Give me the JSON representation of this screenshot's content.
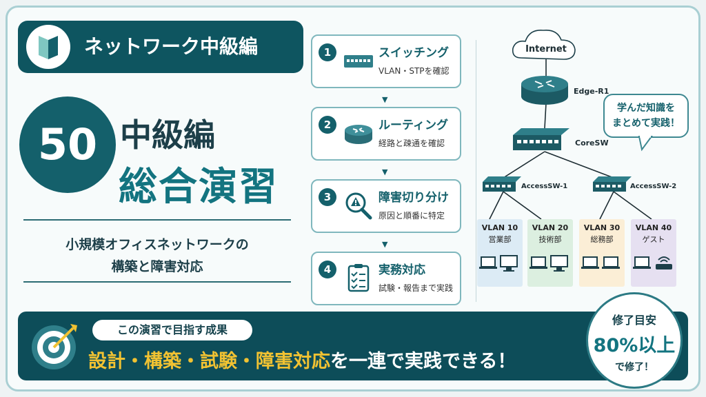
{
  "header": {
    "title": "ネットワーク中級編"
  },
  "lesson": {
    "number": "50",
    "title_line1": "中級編",
    "title_line2": "総合演習"
  },
  "subtitle": {
    "line1": "小規模オフィスネットワークの",
    "line2": "構築と障害対応"
  },
  "steps": [
    {
      "num": "1",
      "title": "スイッチング",
      "desc": "VLAN・STPを確認",
      "icon": "switch-icon"
    },
    {
      "num": "2",
      "title": "ルーティング",
      "desc": "経路と疎通を確認",
      "icon": "router-icon"
    },
    {
      "num": "3",
      "title": "障害切り分け",
      "desc": "原因と順番に特定",
      "icon": "magnifier-warning-icon"
    },
    {
      "num": "4",
      "title": "実務対応",
      "desc": "試験・報告まで実践",
      "icon": "clipboard-checklist-icon"
    }
  ],
  "network": {
    "cloud": "Internet",
    "router": "Edge-R1",
    "core": "CoreSW",
    "access1": "AccessSW-1",
    "access2": "AccessSW-2",
    "vlans": [
      {
        "name": "VLAN 10",
        "dept": "営業部",
        "color": "#dcebf5"
      },
      {
        "name": "VLAN 20",
        "dept": "技術部",
        "color": "#dcefe0"
      },
      {
        "name": "VLAN 30",
        "dept": "総務部",
        "color": "#fbeed6"
      },
      {
        "name": "VLAN 40",
        "dept": "ゲスト",
        "color": "#e6e0f1"
      }
    ]
  },
  "bubble": {
    "line1": "学んだ知識を",
    "line2": "まとめて実践！"
  },
  "goal": {
    "pill": "この演習で目指す成果",
    "highlight": "設計・構築・試験・障害対応",
    "rest": "を一連で実践できる！"
  },
  "seal": {
    "line1": "修了目安",
    "line2": "80%以上",
    "line3": "で修了！"
  },
  "colors": {
    "primary": "#0e5560",
    "accent": "#137480",
    "highlight": "#f1c232"
  }
}
